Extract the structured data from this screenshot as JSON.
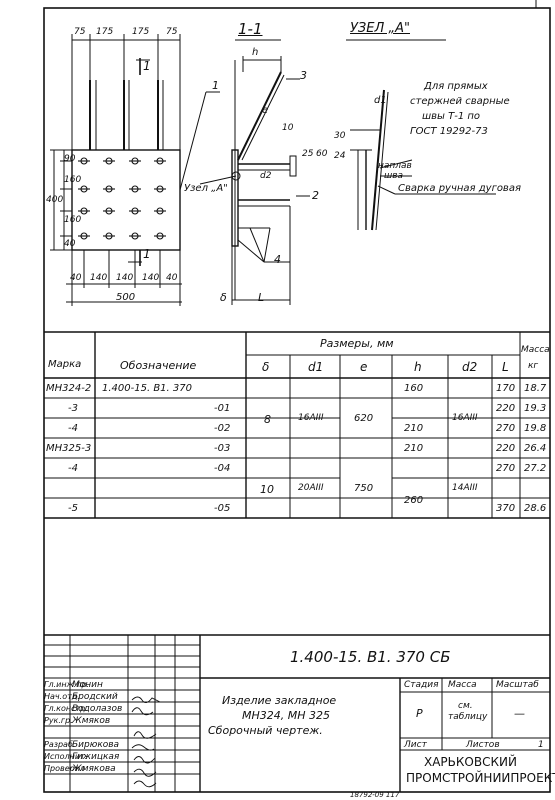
{
  "drawing": {
    "section_title": "1-1",
    "node_title": "УЗЕЛ „А\"",
    "section_mark": "1",
    "node_label": "Узел „А\"",
    "dims_top": [
      "75",
      "175",
      "175",
      "75"
    ],
    "dims_left": [
      "90",
      "160",
      "400",
      "160",
      "40"
    ],
    "dims_bottom": [
      "40",
      "140",
      "140",
      "140",
      "40"
    ],
    "dim_total": "500",
    "callouts": [
      "1",
      "2",
      "3",
      "4"
    ],
    "side_labels": [
      "h",
      "e",
      "10",
      "d2",
      "25",
      "60",
      "δ",
      "L"
    ],
    "node_d1": "d1",
    "node_dims": [
      "30",
      "24"
    ],
    "note_lines": [
      "Для прямых",
      "стержней сварные",
      "швы Т-1 по",
      "ГОСТ 19292-73"
    ],
    "weld_label_1": "наплав",
    "weld_label_2": "шва",
    "weld_label_3": "Сварка ручная дуговая"
  },
  "table": {
    "h_mark": "Марка",
    "h_designation": "Обозначение",
    "h_sizes": "Размеры,    мм",
    "h_delta": "δ",
    "h_d1": "d1",
    "h_e": "e",
    "h_h": "h",
    "h_d2": "d2",
    "h_l": "L",
    "h_mass": "Масса",
    "h_kg": "кг",
    "rows": [
      {
        "mark": "МН324-2",
        "desig": "1.400-15. В1. 370",
        "l": "170",
        "mass": "18.7"
      },
      {
        "mark": "-3",
        "desig": "-01",
        "l": "220",
        "mass": "19.3"
      },
      {
        "mark": "-4",
        "desig": "-02",
        "l": "270",
        "mass": "19.8"
      },
      {
        "mark": "МН325-3",
        "desig": "-03",
        "l": "220",
        "mass": "26.4"
      },
      {
        "mark": "-4",
        "desig": "-04",
        "l": "270",
        "mass": "27.2"
      },
      {
        "mark": "-5",
        "desig": "-05",
        "l": "370",
        "mass": "28.6"
      }
    ],
    "g1": {
      "delta": "8",
      "d1": "16АIII",
      "e": "620",
      "h_a": "160",
      "h_b": "210",
      "d2": "16АIII"
    },
    "g2": {
      "delta": "10",
      "d1": "20АIII",
      "e": "750",
      "h_a": "210",
      "h_b": "260",
      "d2": "14АIII"
    }
  },
  "stamp": {
    "code": "1.400-15. В1. 370 СБ",
    "title_1": "Изделие   закладное",
    "title_2": "МН324,  МН 325",
    "title_3": "Сборочный    чертеж.",
    "h_stage": "Стадия",
    "h_mass": "Масса",
    "h_scale": "Масштаб",
    "stage": "Р",
    "mass_1": "см.",
    "mass_2": "таблицу",
    "scale": "—",
    "sheet": "Лист",
    "sheets": "Листов",
    "sheets_val": "1",
    "org_1": "ХАРЬКОВСКИЙ",
    "org_2": "ПРОМСТРОЙНИИПРОЕКТ",
    "roles": [
      {
        "role": "Гл.инж.пр.",
        "name": "Монин"
      },
      {
        "role": "Нач.отд.",
        "name": "Бродский"
      },
      {
        "role": "Гл.констр.",
        "name": "Водолазов"
      },
      {
        "role": "Рук.гр.",
        "name": "Жмяков"
      },
      {
        "role": "Разраб.",
        "name": "Бирюкова"
      },
      {
        "role": "Исполнит.",
        "name": "Гижицкая"
      },
      {
        "role": "Проверил",
        "name": "Жмякова"
      }
    ],
    "bottom_code": "18792-09     117"
  }
}
